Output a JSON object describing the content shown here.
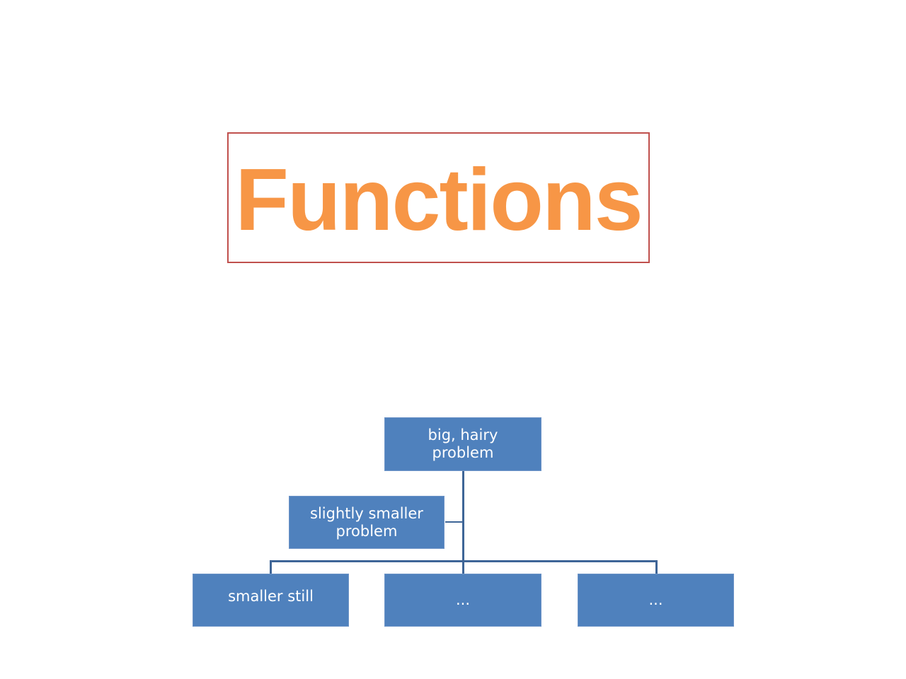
{
  "title": "Functions",
  "diagram": {
    "root": "big, hairy problem",
    "child": "slightly smaller problem",
    "leaves": [
      "smaller still",
      "...",
      "..."
    ]
  },
  "colors": {
    "title": "#F79646",
    "title_border": "#C0504D",
    "node": "#4F81BD",
    "connector": "#3E6597"
  }
}
